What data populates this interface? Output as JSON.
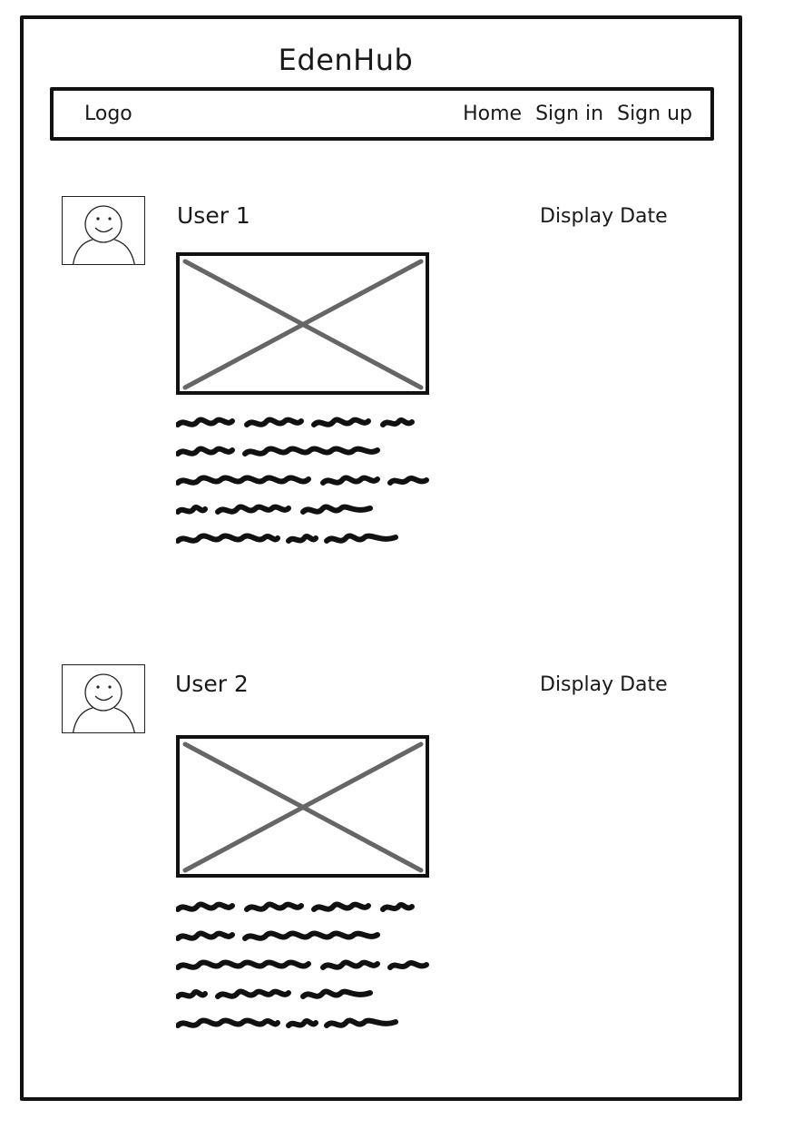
{
  "app": {
    "title": "EdenHub"
  },
  "nav": {
    "logo": "Logo",
    "links": [
      "Home",
      "Sign in",
      "Sign up"
    ]
  },
  "posts": [
    {
      "user": "User 1",
      "date": "Display Date",
      "avatar_icon": "user-avatar-icon",
      "image_icon": "image-placeholder-icon"
    },
    {
      "user": "User 2",
      "date": "Display Date",
      "avatar_icon": "user-avatar-icon",
      "image_icon": "image-placeholder-icon"
    }
  ],
  "colors": {
    "ink": "#111111",
    "placeholder_x": "#666666"
  }
}
